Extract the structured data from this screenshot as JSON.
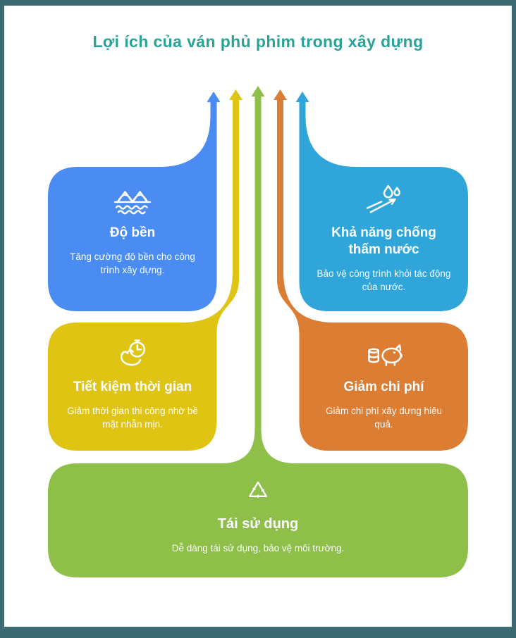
{
  "page": {
    "title": "Lợi ích của ván phủ phim trong xây dựng",
    "title_color": "#2aa396",
    "background": "#ffffff",
    "frame_color": "#3c6a72"
  },
  "cards": [
    {
      "id": "do-ben",
      "title": "Độ bền",
      "description": "Tăng cường độ bền cho công trình xây dựng.",
      "color": "#4a8cf2",
      "icon": "bridge-over-water-icon"
    },
    {
      "id": "chong-tham-nuoc",
      "title": "Khả năng chống thấm nước",
      "description": "Bảo vệ công trình khỏi tác động của nước.",
      "color": "#2fa5d9",
      "icon": "water-droplets-arrow-icon"
    },
    {
      "id": "tiet-kiem-thoi-gian",
      "title": "Tiết kiệm thời gian",
      "description": "Giảm thời gian thi công nhờ bề mặt nhẵn mịn.",
      "color": "#dfc414",
      "icon": "hand-stopwatch-icon"
    },
    {
      "id": "giam-chi-phi",
      "title": "Giảm chi phí",
      "description": "Giảm chi phí xây dựng hiệu quả.",
      "color": "#dc7d34",
      "icon": "piggy-bank-coins-icon"
    },
    {
      "id": "tai-su-dung",
      "title": "Tái sử dụng",
      "description": "Dễ dàng tái sử dụng, bảo vệ môi trường.",
      "color": "#8ebf49",
      "icon": "recycle-arrows-icon"
    }
  ]
}
